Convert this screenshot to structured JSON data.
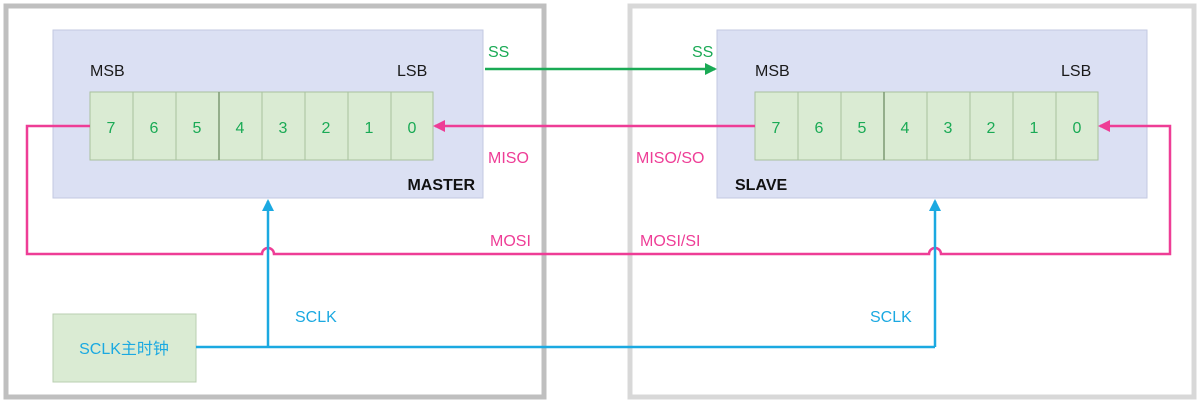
{
  "master": {
    "msb_label": "MSB",
    "lsb_label": "LSB",
    "title": "MASTER",
    "bits": [
      "7",
      "6",
      "5",
      "4",
      "3",
      "2",
      "1",
      "0"
    ]
  },
  "slave": {
    "msb_label": "MSB",
    "lsb_label": "LSB",
    "title": "SLAVE",
    "bits": [
      "7",
      "6",
      "5",
      "4",
      "3",
      "2",
      "1",
      "0"
    ]
  },
  "signals": {
    "ss_master": "SS",
    "ss_slave": "SS",
    "miso_master": "MISO",
    "miso_slave": "MISO/SO",
    "mosi_master": "MOSI",
    "mosi_slave": "MOSI/SI",
    "sclk_master": "SCLK",
    "sclk_slave": "SCLK"
  },
  "clock": {
    "label": "SCLK主时钟"
  },
  "colors": {
    "ss": "#1aaa55",
    "miso_mosi": "#ee3d96",
    "sclk": "#1ba9e1",
    "register_fill": "#daebd3",
    "block_fill": "#dbe0f3",
    "bit_text": "#1aaa55"
  }
}
